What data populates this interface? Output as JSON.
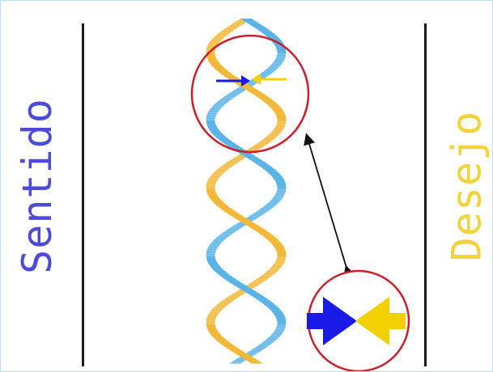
{
  "labels": {
    "left": "Sentido",
    "right": "Desejo"
  },
  "colors": {
    "left_text": "#4b4bd8",
    "right_text": "#f2d33a",
    "blue_strand": "#5ab4e6",
    "yellow_strand": "#f2b838",
    "circle": "#cc1f2a",
    "blue_arrow": "#1a1ae6",
    "yellow_arrow": "#f5d000",
    "connector": "#111111"
  },
  "icons": {
    "helix": "double-helix",
    "small_arrows": "opposing-arrows",
    "big_arrows": "opposing-arrows"
  }
}
